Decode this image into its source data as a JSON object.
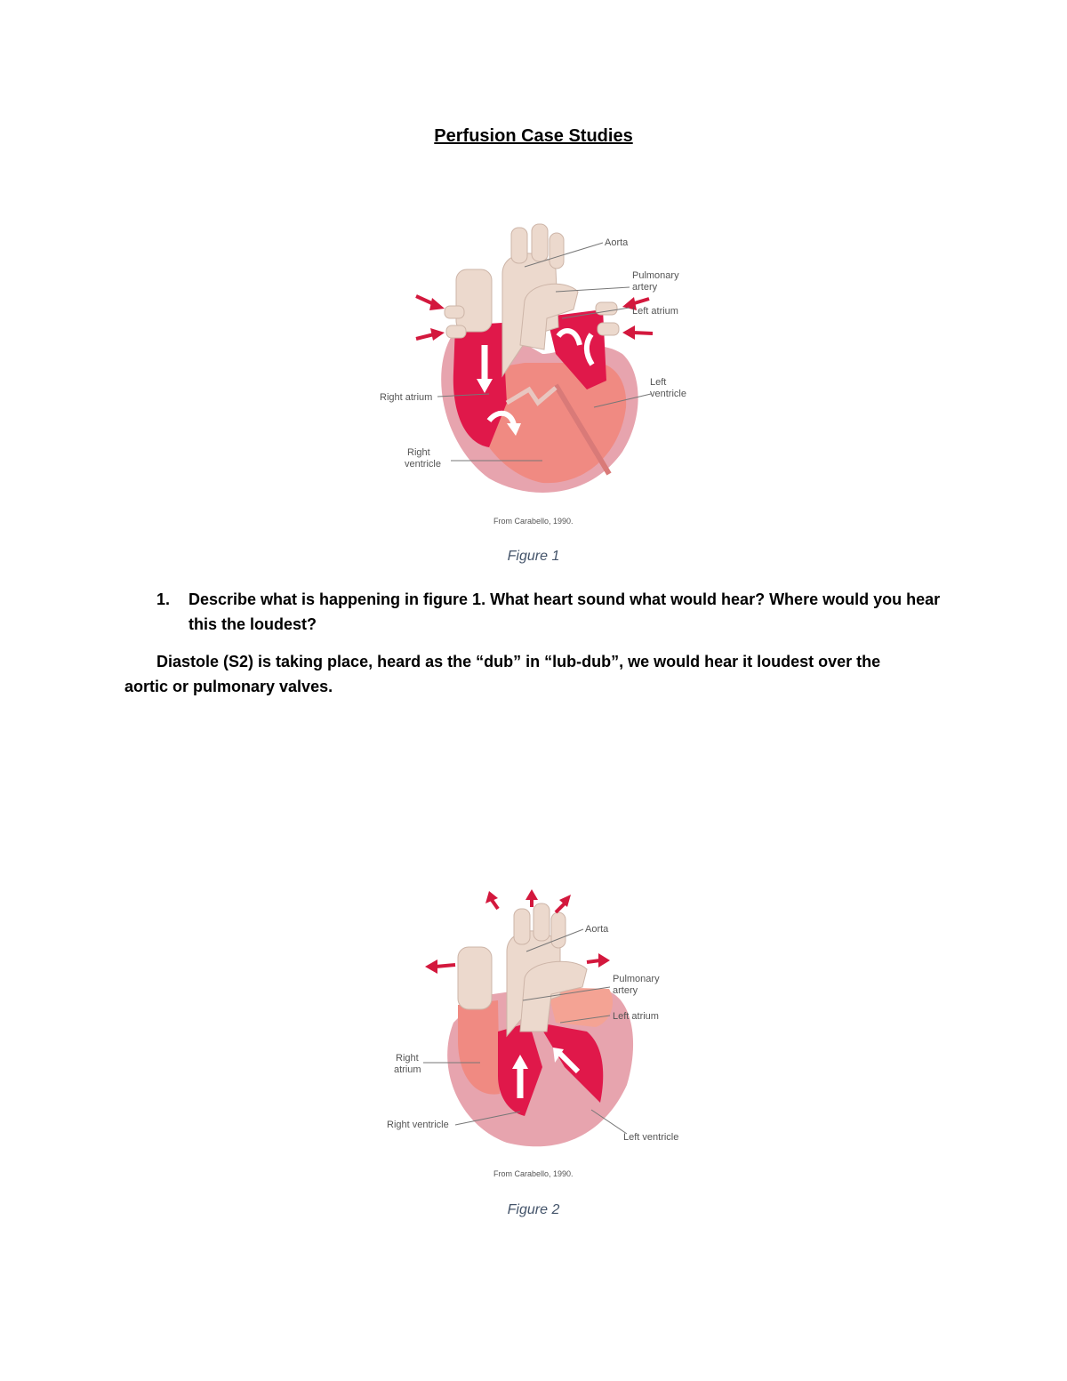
{
  "page": {
    "title": "Perfusion Case Studies"
  },
  "figure1": {
    "labels": {
      "aorta": "Aorta",
      "pulmonary_artery_1": "Pulmonary",
      "pulmonary_artery_2": "artery",
      "left_atrium": "Left atrium",
      "left_ventricle_1": "Left",
      "left_ventricle_2": "ventricle",
      "right_atrium": "Right atrium",
      "right_ventricle_1": "Right",
      "right_ventricle_2": "ventricle"
    },
    "credit": "From Carabello, 1990.",
    "caption": "Figure 1"
  },
  "question1": {
    "number": "1.",
    "text": "Describe what is happening in figure 1. What heart sound what would hear? Where would you hear this the loudest?"
  },
  "answer1": "Diastole (S2) is taking place, heard as the “dub” in “lub-dub”, we would hear it loudest over the aortic or pulmonary valves.",
  "figure2": {
    "labels": {
      "aorta": "Aorta",
      "pulmonary_artery_1": "Pulmonary",
      "pulmonary_artery_2": "artery",
      "left_atrium": "Left atrium",
      "right_atrium_1": "Right",
      "right_atrium_2": "atrium",
      "right_ventricle": "Right ventricle",
      "left_ventricle": "Left ventricle"
    },
    "credit": "From Carabello, 1990.",
    "caption": "Figure 2"
  },
  "colors": {
    "blood_red": "#e0184a",
    "muscle_pink": "#f08a82",
    "pericardium": "#e7a4ae",
    "vessel_cream": "#ecd9cd",
    "arrow_red": "#d3183d",
    "caption_blue": "#44546a"
  }
}
